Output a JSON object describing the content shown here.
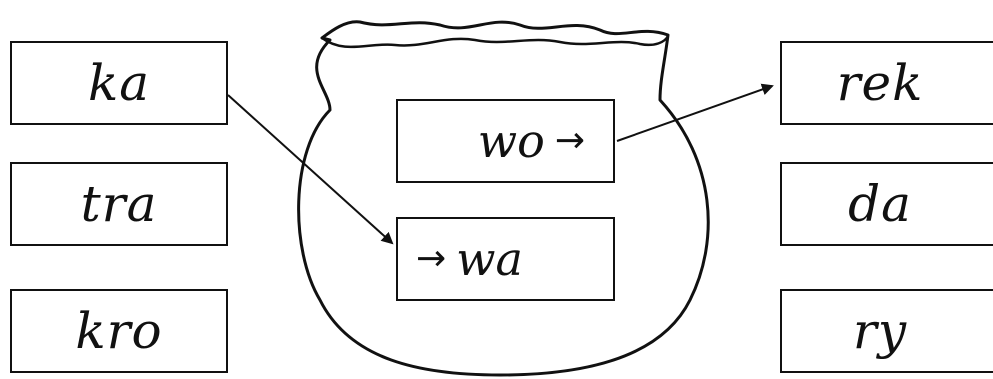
{
  "left_syllables": [
    "ka",
    "tra",
    "kro"
  ],
  "right_syllables": [
    "rek",
    "da",
    "ry"
  ],
  "pot": {
    "top_box": {
      "text": "wo",
      "arrow": "→"
    },
    "bottom_box": {
      "text": "wa",
      "arrow": "→"
    }
  },
  "colors": {
    "line": "#111111",
    "background": "#ffffff"
  },
  "icons": [
    "pot-outline-icon",
    "arrow-right-icon"
  ]
}
